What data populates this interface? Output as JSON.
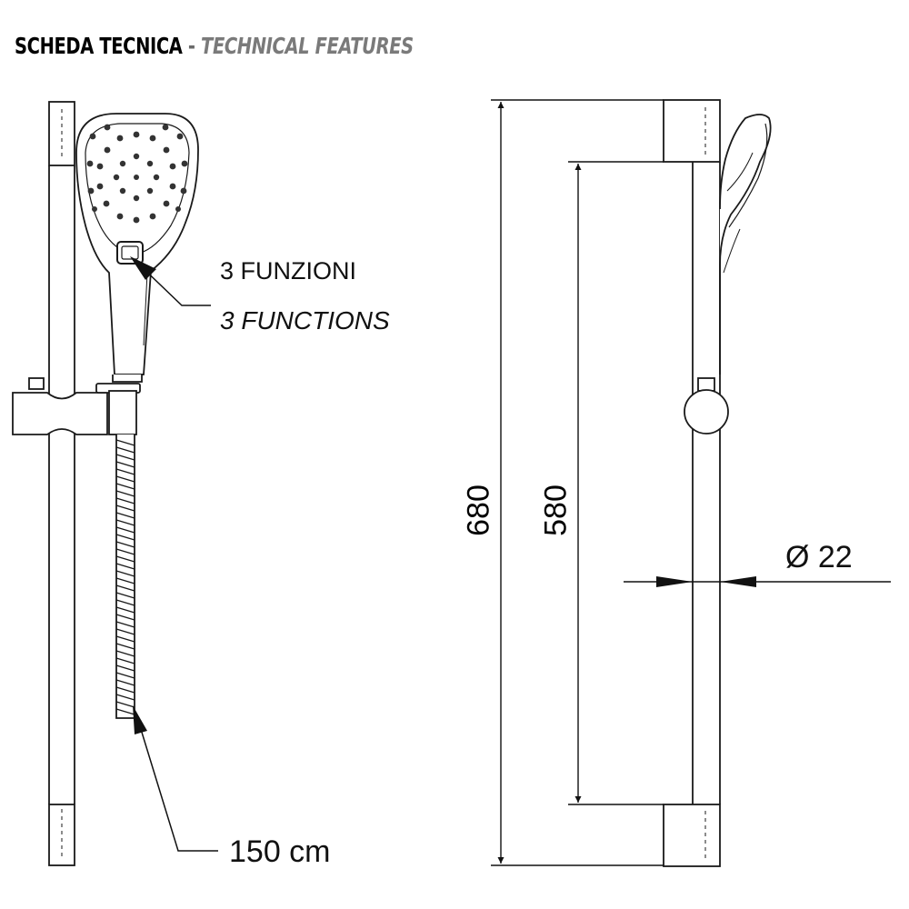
{
  "header": {
    "title_it": "SCHEDA TECNICA",
    "separator": " - ",
    "title_en": "TECHNICAL FEATURES"
  },
  "callouts": {
    "functions_it": "3 FUNZIONI",
    "functions_en": "3 FUNCTIONS",
    "hose_length": "150 cm"
  },
  "dimensions": {
    "total_height": "680",
    "bar_distance": "580",
    "bar_diameter": "Ø 22"
  },
  "colors": {
    "line": "#1a1a1a",
    "title_gray": "#7a7a7a"
  }
}
